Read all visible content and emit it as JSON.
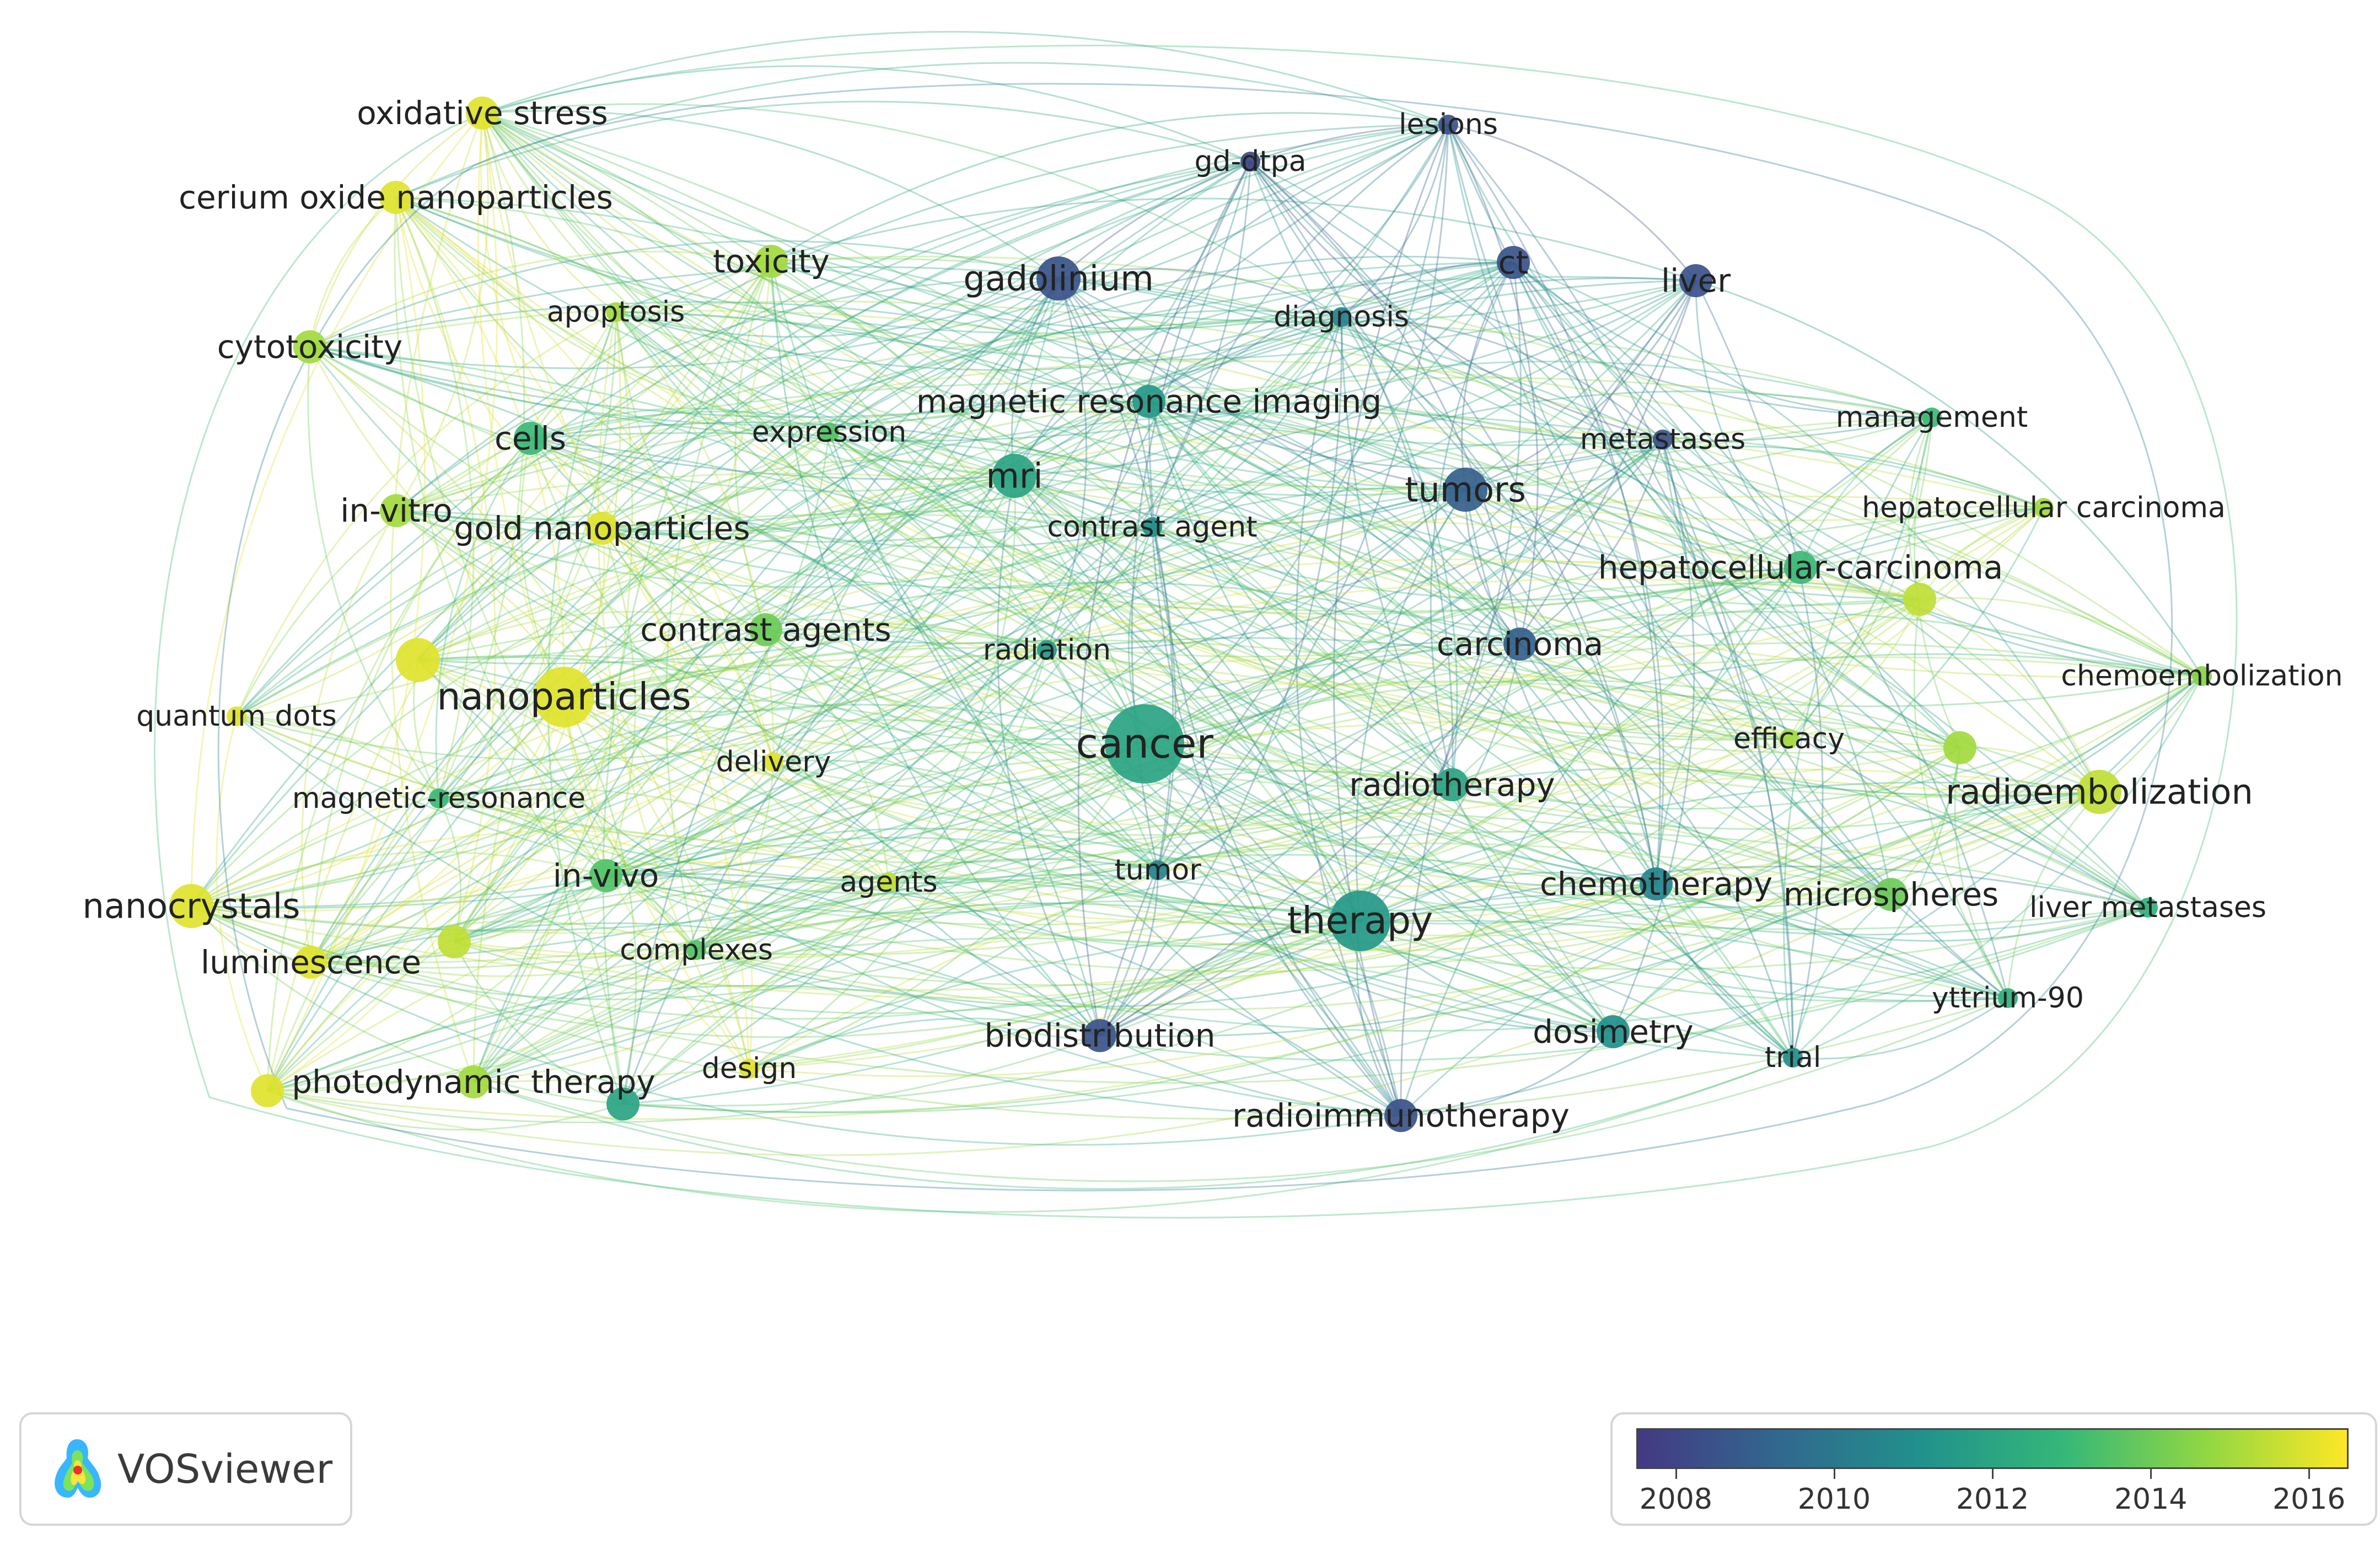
{
  "app": {
    "name": "VOSviewer"
  },
  "legend": {
    "labels": [
      "2008",
      "2010",
      "2012",
      "2014",
      "2016"
    ],
    "min_year": 2007.5,
    "max_year": 2016.5,
    "colors": [
      "#443983",
      "#31688e",
      "#21918c",
      "#35b779",
      "#90d743",
      "#fde725"
    ]
  },
  "network": {
    "nodes": [
      {
        "id": "oxidative-stress",
        "label": "oxidative stress",
        "year": 2016.0,
        "weight": 2
      },
      {
        "id": "cerium-oxide-nanoparticles",
        "label": "cerium oxide nanoparticles",
        "year": 2016.0,
        "weight": 2
      },
      {
        "id": "toxicity",
        "label": "toxicity",
        "year": 2015.0,
        "weight": 2
      },
      {
        "id": "apoptosis",
        "label": "apoptosis",
        "year": 2015.0,
        "weight": 1
      },
      {
        "id": "cytotoxicity",
        "label": "cytotoxicity",
        "year": 2015.0,
        "weight": 2
      },
      {
        "id": "gadolinium",
        "label": "gadolinium",
        "year": 2008.5,
        "weight": 3
      },
      {
        "id": "gd-dtpa",
        "label": "gd-dtpa",
        "year": 2008.0,
        "weight": 1
      },
      {
        "id": "lesions",
        "label": "lesions",
        "year": 2008.5,
        "weight": 1
      },
      {
        "id": "ct",
        "label": "ct",
        "year": 2008.5,
        "weight": 2
      },
      {
        "id": "liver",
        "label": "liver",
        "year": 2008.5,
        "weight": 2
      },
      {
        "id": "diagnosis",
        "label": "diagnosis",
        "year": 2010.5,
        "weight": 1
      },
      {
        "id": "magnetic-resonance-imaging",
        "label": "magnetic resonance imaging",
        "year": 2011.5,
        "weight": 2
      },
      {
        "id": "cells",
        "label": "cells",
        "year": 2013.0,
        "weight": 2
      },
      {
        "id": "expression",
        "label": "expression",
        "year": 2013.5,
        "weight": 1
      },
      {
        "id": "mri",
        "label": "mri",
        "year": 2012.0,
        "weight": 3
      },
      {
        "id": "management",
        "label": "management",
        "year": 2013.0,
        "weight": 1
      },
      {
        "id": "metastases",
        "label": "metastases",
        "year": 2008.5,
        "weight": 1
      },
      {
        "id": "tumors",
        "label": "tumors",
        "year": 2009.0,
        "weight": 3
      },
      {
        "id": "in-vitro",
        "label": "in-vitro",
        "year": 2015.0,
        "weight": 2
      },
      {
        "id": "gold-nanoparticles",
        "label": "gold nanoparticles",
        "year": 2016.0,
        "weight": 2
      },
      {
        "id": "contrast-agent",
        "label": "contrast agent",
        "year": 2011.0,
        "weight": 1
      },
      {
        "id": "hepatocellular-carcinoma",
        "label": "hepatocellular carcinoma",
        "year": 2015.0,
        "weight": 1
      },
      {
        "id": "hepatocellular-carcinoma-2",
        "label": "hepatocellular-carcinoma",
        "year": 2013.0,
        "weight": 2
      },
      {
        "id": "contrast-agents",
        "label": "contrast agents",
        "year": 2014.0,
        "weight": 2
      },
      {
        "id": "radiation",
        "label": "radiation",
        "year": 2011.5,
        "weight": 1
      },
      {
        "id": "carcinoma",
        "label": "carcinoma",
        "year": 2009.0,
        "weight": 2
      },
      {
        "id": "quantum-dots",
        "label": "quantum dots",
        "year": 2016.0,
        "weight": 1
      },
      {
        "id": "nanoparticles",
        "label": "nanoparticles",
        "year": 2016.0,
        "weight": 4
      },
      {
        "id": "chemoembolization",
        "label": "chemoembolization",
        "year": 2014.5,
        "weight": 1
      },
      {
        "id": "cancer",
        "label": "cancer",
        "year": 2012.0,
        "weight": 5
      },
      {
        "id": "efficacy",
        "label": "efficacy",
        "year": 2015.0,
        "weight": 1
      },
      {
        "id": "delivery",
        "label": "delivery",
        "year": 2016.0,
        "weight": 1
      },
      {
        "id": "radiotherapy",
        "label": "radiotherapy",
        "year": 2012.0,
        "weight": 2
      },
      {
        "id": "radioembolization",
        "label": "radioembolization",
        "year": 2015.5,
        "weight": 3
      },
      {
        "id": "magnetic-resonance",
        "label": "magnetic-resonance",
        "year": 2013.0,
        "weight": 1
      },
      {
        "id": "in-vivo",
        "label": "in-vivo",
        "year": 2013.5,
        "weight": 2
      },
      {
        "id": "agents",
        "label": "agents",
        "year": 2015.5,
        "weight": 1
      },
      {
        "id": "tumor",
        "label": "tumor",
        "year": 2010.5,
        "weight": 1
      },
      {
        "id": "therapy",
        "label": "therapy",
        "year": 2011.5,
        "weight": 4
      },
      {
        "id": "chemotherapy",
        "label": "chemotherapy",
        "year": 2010.5,
        "weight": 2
      },
      {
        "id": "microspheres",
        "label": "microspheres",
        "year": 2014.0,
        "weight": 2
      },
      {
        "id": "liver-metastases",
        "label": "liver metastases",
        "year": 2012.5,
        "weight": 1
      },
      {
        "id": "nanocrystals",
        "label": "nanocrystals",
        "year": 2016.0,
        "weight": 3
      },
      {
        "id": "luminescence",
        "label": "luminescence",
        "year": 2016.0,
        "weight": 2
      },
      {
        "id": "complexes",
        "label": "complexes",
        "year": 2013.5,
        "weight": 1
      },
      {
        "id": "yttrium-90",
        "label": "yttrium-90",
        "year": 2012.5,
        "weight": 1
      },
      {
        "id": "biodistribution",
        "label": "biodistribution",
        "year": 2008.5,
        "weight": 2
      },
      {
        "id": "dosimetry",
        "label": "dosimetry",
        "year": 2011.0,
        "weight": 2
      },
      {
        "id": "trial",
        "label": "trial",
        "year": 2011.0,
        "weight": 1
      },
      {
        "id": "photodynamic-therapy",
        "label": "photodynamic therapy",
        "year": 2015.0,
        "weight": 2
      },
      {
        "id": "design",
        "label": "design",
        "year": 2016.0,
        "weight": 1
      },
      {
        "id": "radioimmunotherapy",
        "label": "radioimmunotherapy",
        "year": 2008.5,
        "weight": 2
      },
      {
        "id": "unlabeled-a",
        "label": "",
        "year": 2016.0,
        "weight": 3
      },
      {
        "id": "unlabeled-b",
        "label": "",
        "year": 2015.5,
        "weight": 2
      },
      {
        "id": "unlabeled-c",
        "label": "",
        "year": 2015.0,
        "weight": 2
      },
      {
        "id": "unlabeled-d",
        "label": "",
        "year": 2015.5,
        "weight": 2
      },
      {
        "id": "unlabeled-e",
        "label": "",
        "year": 2016.0,
        "weight": 2
      },
      {
        "id": "unlabeled-f",
        "label": "",
        "year": 2012.0,
        "weight": 2
      }
    ]
  }
}
